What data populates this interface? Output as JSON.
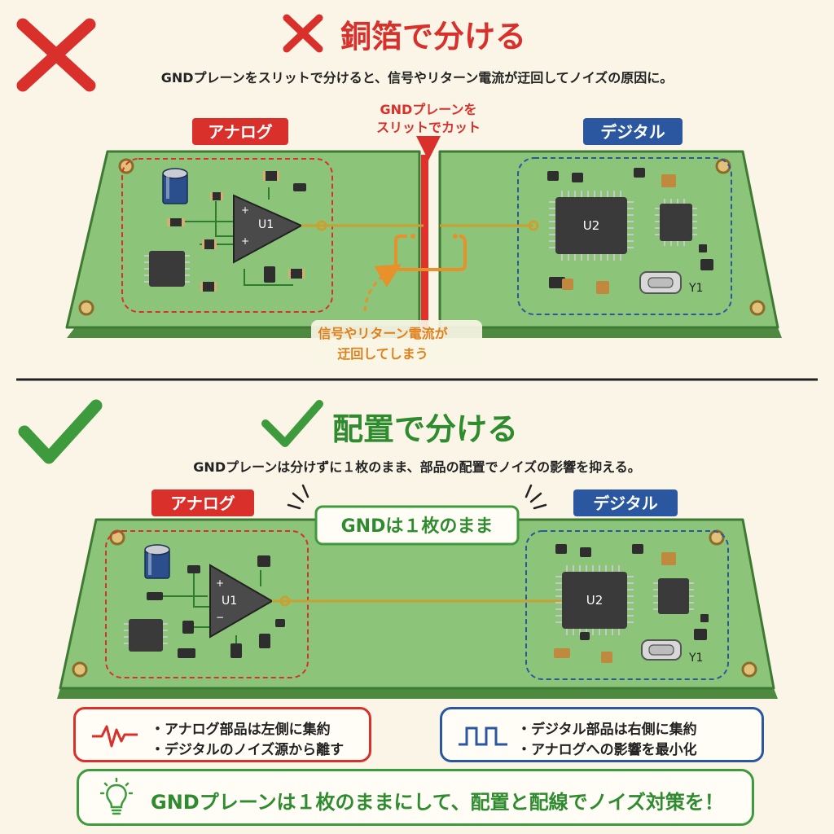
{
  "top": {
    "title": "銅箔で分ける",
    "subtitle": "GNDプレーンをスリットで分けると、信号やリターン電流が迂回してノイズの原因に。",
    "analog_label": "アナログ",
    "digital_label": "デジタル",
    "slit_callout": [
      "GNDプレーンを",
      "スリットでカット"
    ],
    "detour_callout": [
      "信号やリターン電流が",
      "迂回してしまう"
    ],
    "u1": "U1",
    "u2": "U2",
    "y1": "Y1"
  },
  "bottom": {
    "title": "配置で分ける",
    "subtitle": "GNDプレーンは分けずに１枚のまま、部品の配置でノイズの影響を抑える。",
    "analog_label": "アナログ",
    "digital_label": "デジタル",
    "gnd_badge": "GNDは１枚のまま",
    "u1": "U1",
    "u2": "U2",
    "y1": "Y1"
  },
  "notes": {
    "analog": [
      "・アナログ部品は左側に集約",
      "・デジタルのノイズ源から離す"
    ],
    "digital": [
      "・デジタル部品は右側に集約",
      "・アナログへの影響を最小化"
    ]
  },
  "tip": "GNDプレーンは１枚のままにして、配置と配線でノイズ対策を！",
  "colors": {
    "bad": "#d9302b",
    "good": "#3d9b3d",
    "analog": "#d9302b",
    "digital": "#2a57a0",
    "board": "#8cc479",
    "board_edge": "#3f7a35",
    "trace": "#c9a131",
    "slit": "#e2302a",
    "detour": "#e8902a"
  },
  "icons": {
    "bad": "cross-icon",
    "good": "check-icon",
    "waveform": "analog-wave-icon",
    "square_wave": "digital-wave-icon",
    "bulb": "lightbulb-icon"
  }
}
